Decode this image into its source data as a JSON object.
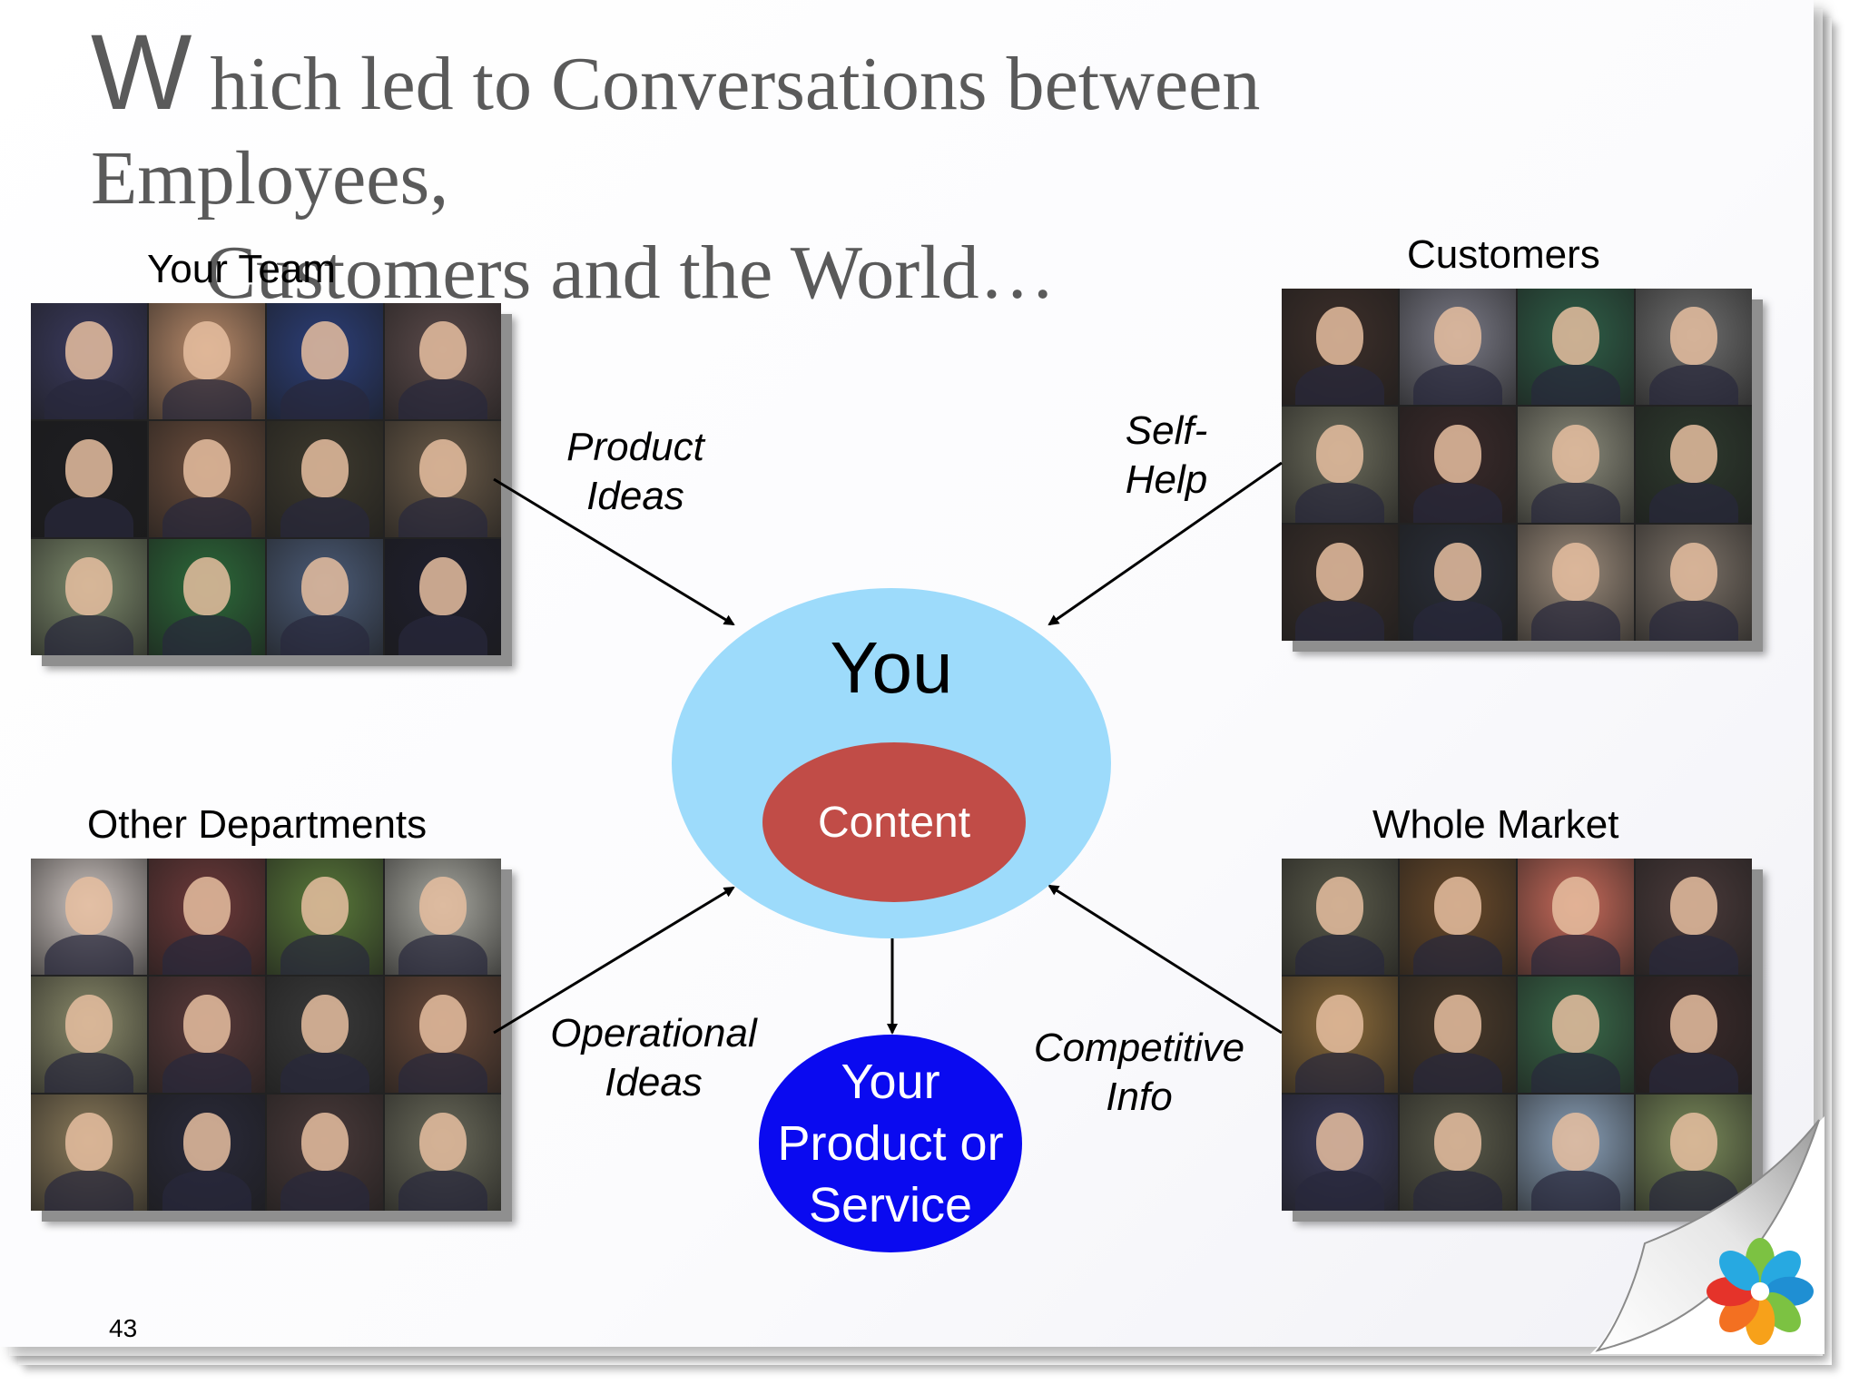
{
  "slide": {
    "title_dropcap": "W",
    "title_line1_rest": "hich led to Conversations between Employees,",
    "title_line2": "Customers and the World…",
    "page_number": "43"
  },
  "groups": {
    "your_team": {
      "label": "Your Team"
    },
    "customers": {
      "label": "Customers"
    },
    "other_departments": {
      "label": "Other Departments"
    },
    "whole_market": {
      "label": "Whole Market"
    }
  },
  "flows": {
    "product_ideas": {
      "line1": "Product",
      "line2": "Ideas"
    },
    "self_help": {
      "line1": "Self-",
      "line2": "Help"
    },
    "operational_ideas": {
      "line1": "Operational",
      "line2": "Ideas"
    },
    "competitive_info": {
      "line1": "Competitive",
      "line2": "Info"
    }
  },
  "center": {
    "you": "You",
    "content": "Content",
    "product_line1": "Your",
    "product_line2": "Product or",
    "product_line3": "Service"
  },
  "colors": {
    "you_fill": "#9ddbfb",
    "content_fill": "#c14c47",
    "product_fill": "#0a0af0",
    "title_text": "#5a5a5a"
  },
  "photo_tones": {
    "your_team": [
      "#3a3a5e",
      "#b88a6a",
      "#2c3f7a",
      "#5b4a4a",
      "#1e1e22",
      "#6b4d3c",
      "#3e3a2e",
      "#6a5a48",
      "#7d8a6c",
      "#2d6a3a",
      "#4c5c78",
      "#1f1f2e"
    ],
    "customers": [
      "#3d2f2a",
      "#7a7a86",
      "#2f5f48",
      "#6e6e6e",
      "#6a6a5a",
      "#3a2a2a",
      "#8a8a7a",
      "#2e3a2e",
      "#3a2f2a",
      "#2a2e38",
      "#9a8a7a",
      "#7a7066"
    ],
    "other_departments": [
      "#cfc6c2",
      "#6e3a3a",
      "#5a7a3a",
      "#a8a8a0",
      "#8a8a6a",
      "#5a3a3a",
      "#3a3a3a",
      "#6a4a3a",
      "#8a7a5a",
      "#2a2a3a",
      "#4a3a3a",
      "#6a6a5a"
    ],
    "whole_market": [
      "#5a5a4a",
      "#6a4a2a",
      "#c86a5a",
      "#4a3a3a",
      "#8a6a3a",
      "#4a3a2a",
      "#3a6a4a",
      "#3a2a2a",
      "#3a3a5a",
      "#5a5a4a",
      "#8aa0b8",
      "#7a8a5a"
    ]
  }
}
